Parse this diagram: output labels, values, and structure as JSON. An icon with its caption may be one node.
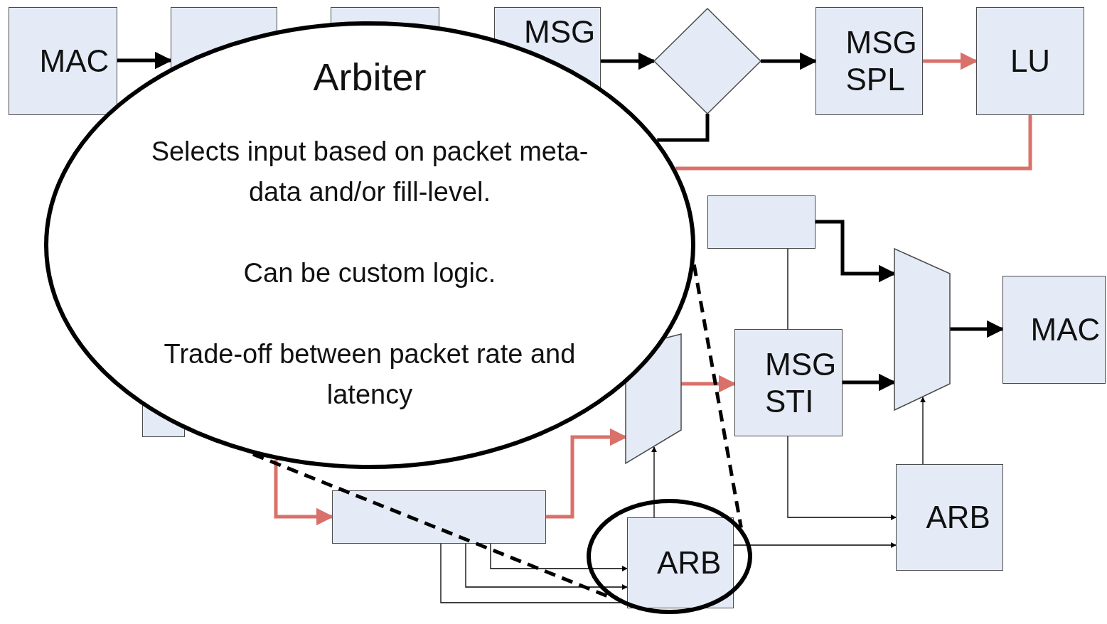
{
  "diagram": {
    "nodes": [
      {
        "text": [
          "MAC"
        ]
      },
      {
        "text": [],
        "shape": "box"
      },
      {
        "text": [],
        "shape": "box"
      },
      {
        "text": [
          "MSG"
        ]
      },
      {
        "text": [],
        "shape": "diamond"
      },
      {
        "text": [
          "MSG SPL"
        ]
      },
      {
        "text": [
          "LU"
        ]
      },
      {
        "text": [],
        "shape": "box"
      },
      {
        "text": [],
        "shape": "trapezoid"
      },
      {
        "text": [
          "MAC"
        ]
      },
      {
        "text": [
          "MSG STI"
        ]
      },
      {
        "text": [],
        "shape": "trapezoid"
      },
      {
        "text": [],
        "shape": "box"
      },
      {
        "text": [
          "ARB"
        ],
        "in": 16
      },
      {
        "text": [
          "ARB"
        ]
      },
      {
        "text": [
          "Arbiter",
          "Selects input based on packet meta-data and/or fill-level.",
          "Can be custom logic.",
          "Trade-off between packet rate and latency"
        ]
      },
      {
        "text": [],
        "shape": "circle"
      },
      {
        "text": [],
        "shape": "box"
      }
    ],
    "edges": [
      {
        "from": 0,
        "to": 1,
        "arrow": "to"
      },
      {
        "from": 3,
        "to": 4,
        "arrow": "to"
      },
      {
        "from": 4,
        "to": 5,
        "arrow": "to"
      },
      {
        "from": 5,
        "to": 6,
        "arrow": "to",
        "color": "#d9716a"
      },
      {
        "from": 6,
        "to": 15,
        "arrow": "none",
        "color": "#d9716a"
      },
      {
        "from": 4,
        "to": 15,
        "arrow": "none"
      },
      {
        "from": 7,
        "to": 8,
        "arrow": "to"
      },
      {
        "from": 10,
        "to": 8,
        "arrow": "to"
      },
      {
        "from": 8,
        "to": 9,
        "arrow": "to"
      },
      {
        "from": 14,
        "to": 8,
        "arrow": "to"
      },
      {
        "from": 7,
        "to": 10,
        "arrow": "none"
      },
      {
        "from": 10,
        "to": 14,
        "arrow": "to"
      },
      {
        "from": 13,
        "to": 14,
        "arrow": "to"
      },
      {
        "from": 13,
        "to": 11,
        "arrow": "to"
      },
      {
        "from": 11,
        "to": 10,
        "arrow": "to",
        "color": "#d9716a"
      },
      {
        "from": 12,
        "to": 11,
        "arrow": "to",
        "color": "#d9716a"
      },
      {
        "from": 15,
        "to": 12,
        "arrow": "to",
        "color": "#d9716a"
      },
      {
        "from": 12,
        "to": 13,
        "arrow": "to"
      },
      {
        "from": 12,
        "to": 13,
        "arrow": "to"
      },
      {
        "from": 12,
        "to": 13,
        "arrow": "none"
      },
      {
        "from": 15,
        "to": 16,
        "arrow": "none",
        "style": "dashed"
      },
      {
        "from": 15,
        "to": 16,
        "arrow": "none",
        "style": "dashed"
      }
    ]
  }
}
